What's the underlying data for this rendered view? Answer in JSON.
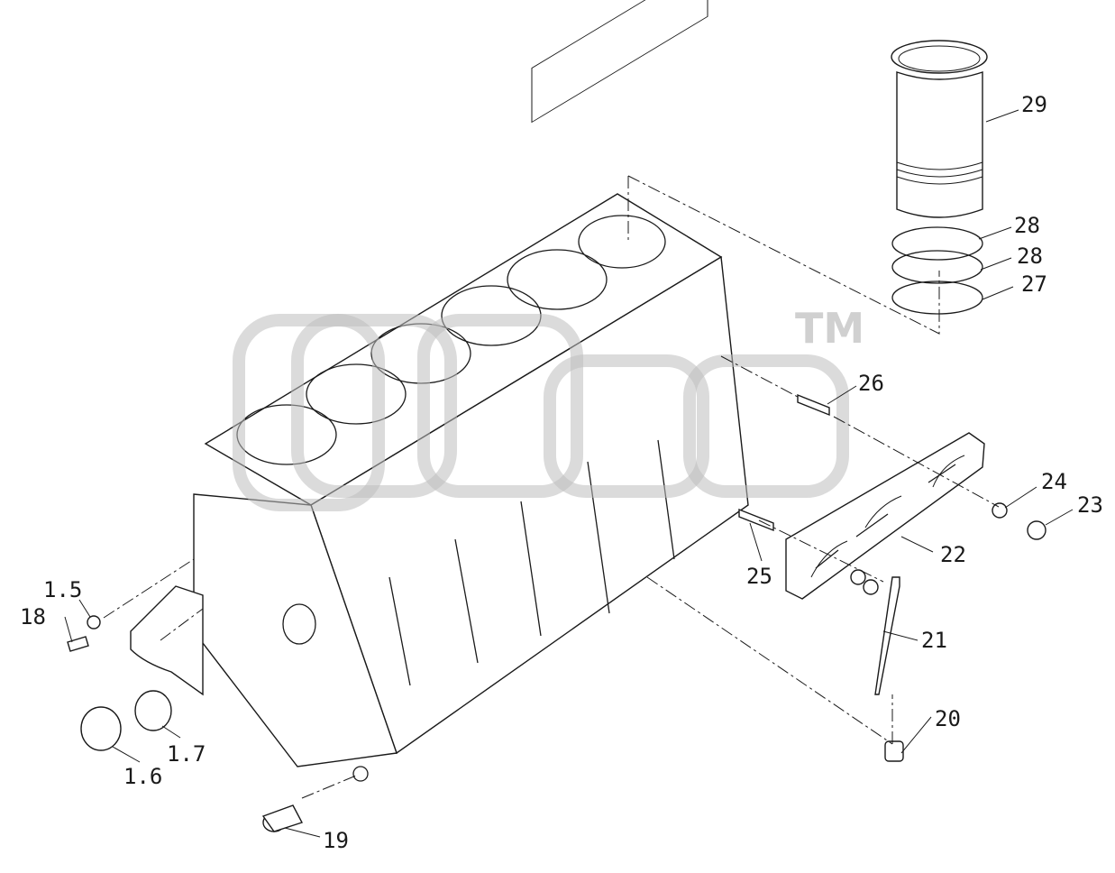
{
  "diagram": {
    "watermark": {
      "trademark": "TM"
    },
    "callouts": [
      {
        "id": "29",
        "text": "29"
      },
      {
        "id": "28a",
        "text": "28"
      },
      {
        "id": "28b",
        "text": "28"
      },
      {
        "id": "27",
        "text": "27"
      },
      {
        "id": "26",
        "text": "26"
      },
      {
        "id": "24",
        "text": "24"
      },
      {
        "id": "23",
        "text": "23"
      },
      {
        "id": "22",
        "text": "22"
      },
      {
        "id": "25",
        "text": "25"
      },
      {
        "id": "21",
        "text": "21"
      },
      {
        "id": "20",
        "text": "20"
      },
      {
        "id": "19",
        "text": "19"
      },
      {
        "id": "18",
        "text": "18"
      },
      {
        "id": "1-5",
        "text": "1.5"
      },
      {
        "id": "1-6",
        "text": "1.6"
      },
      {
        "id": "1-7",
        "text": "1.7"
      }
    ]
  }
}
